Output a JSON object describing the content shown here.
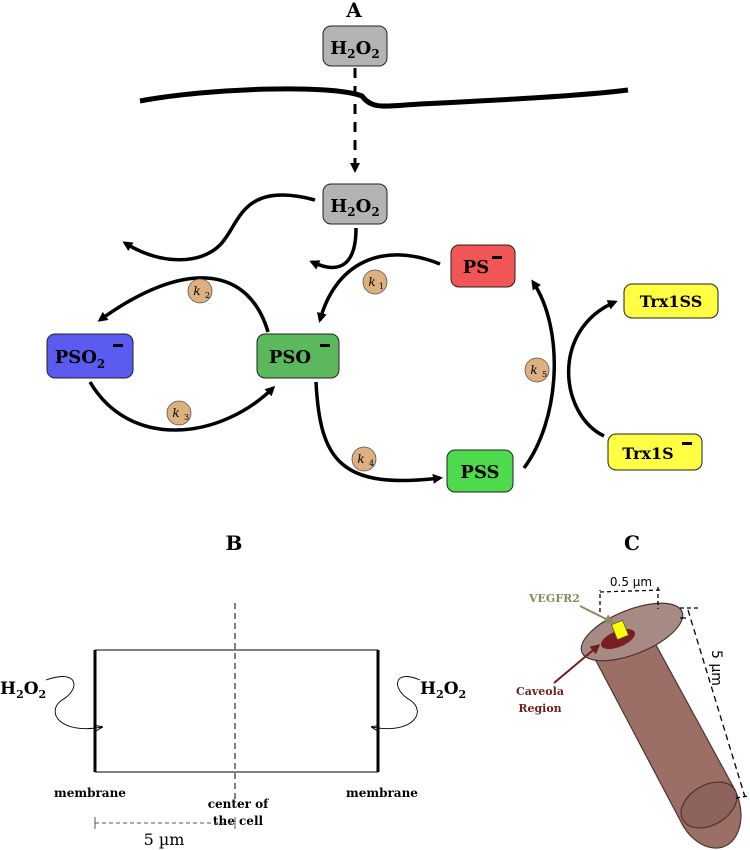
{
  "panels": {
    "a": "A",
    "b": "B",
    "c": "C"
  },
  "nodes": {
    "h2o2_out": "H2O2",
    "h2o2_in": "H2O2",
    "ps": "PS−",
    "pso": "PSO−",
    "pso2": "PSO2−",
    "pss": "PSS",
    "trx1ss": "Trx1SS",
    "trx1s": "Trx1S−"
  },
  "rates": [
    "k2",
    "k1",
    "k3",
    "k5",
    "k4"
  ],
  "panel_b": {
    "h2o2_left": "H2O2",
    "h2o2_right": "H2O2",
    "membrane_left": "membrane",
    "membrane_right": "membrane",
    "center_line1": "center of",
    "center_line2": "the cell",
    "scale": "5 µm"
  },
  "panel_c": {
    "receptor": "VEGFR2",
    "caveola_line1": "Caveola",
    "caveola_line2": "Region",
    "top_dim": "0.5 µm",
    "side_dim": "5 µm"
  },
  "colors": {
    "h2o2": "#b3b3b3",
    "ps": "#f25555",
    "pso": "#5cb85c",
    "pso2": "#5b5bf0",
    "pss": "#4ddb4d",
    "trx": "#ffff44",
    "rate": "#ddb07f",
    "cylinder": "#9b6f66",
    "caveola": "#7a1f1f",
    "receptor_label": "#8a8a5a",
    "caveola_label": "#6b1f1f"
  }
}
